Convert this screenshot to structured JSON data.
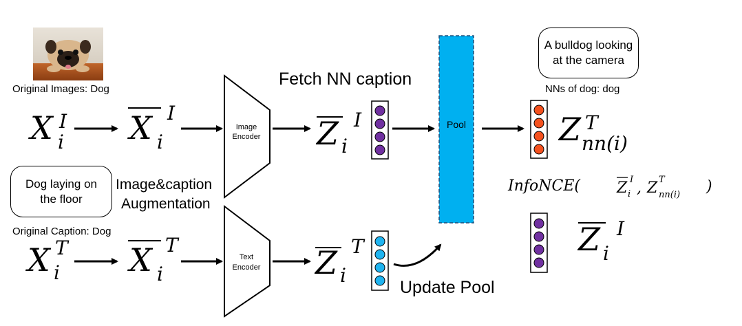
{
  "texts": {
    "orig_images": "Original Images: Dog",
    "fetch_nn": "Fetch NN caption",
    "nns_of_dog": "NNs of dog: dog",
    "aug_line1": "Image&caption",
    "aug_line2": "Augmentation",
    "orig_caption": "Original Caption: Dog",
    "update_pool": "Update Pool",
    "pool": "Pool",
    "image_encoder_1": "Image",
    "image_encoder_2": "Encoder",
    "text_encoder_1": "Text",
    "text_encoder_2": "Encoder"
  },
  "bubbles": {
    "caption_nn_line1": "A bulldog looking",
    "caption_nn_line2": "at the camera",
    "caption_orig_line1": "Dog laying on",
    "caption_orig_line2": "the floor"
  },
  "math": {
    "x_base": "X",
    "sub_i": "i",
    "sup_I": "I",
    "sup_T": "T",
    "z_base": "Z",
    "sub_nn": "nn(i)",
    "infonce_prefix": "InfoNCE(",
    "comma": ",",
    "close_paren": ")"
  },
  "colors": {
    "purple": "#7030a0",
    "orange": "#f4511e",
    "blue": "#1fb4f0",
    "pool_fill": "#00b0f0",
    "pool_border": "#1f4e79"
  },
  "icons": {
    "photo": "pug-dog-photo"
  }
}
